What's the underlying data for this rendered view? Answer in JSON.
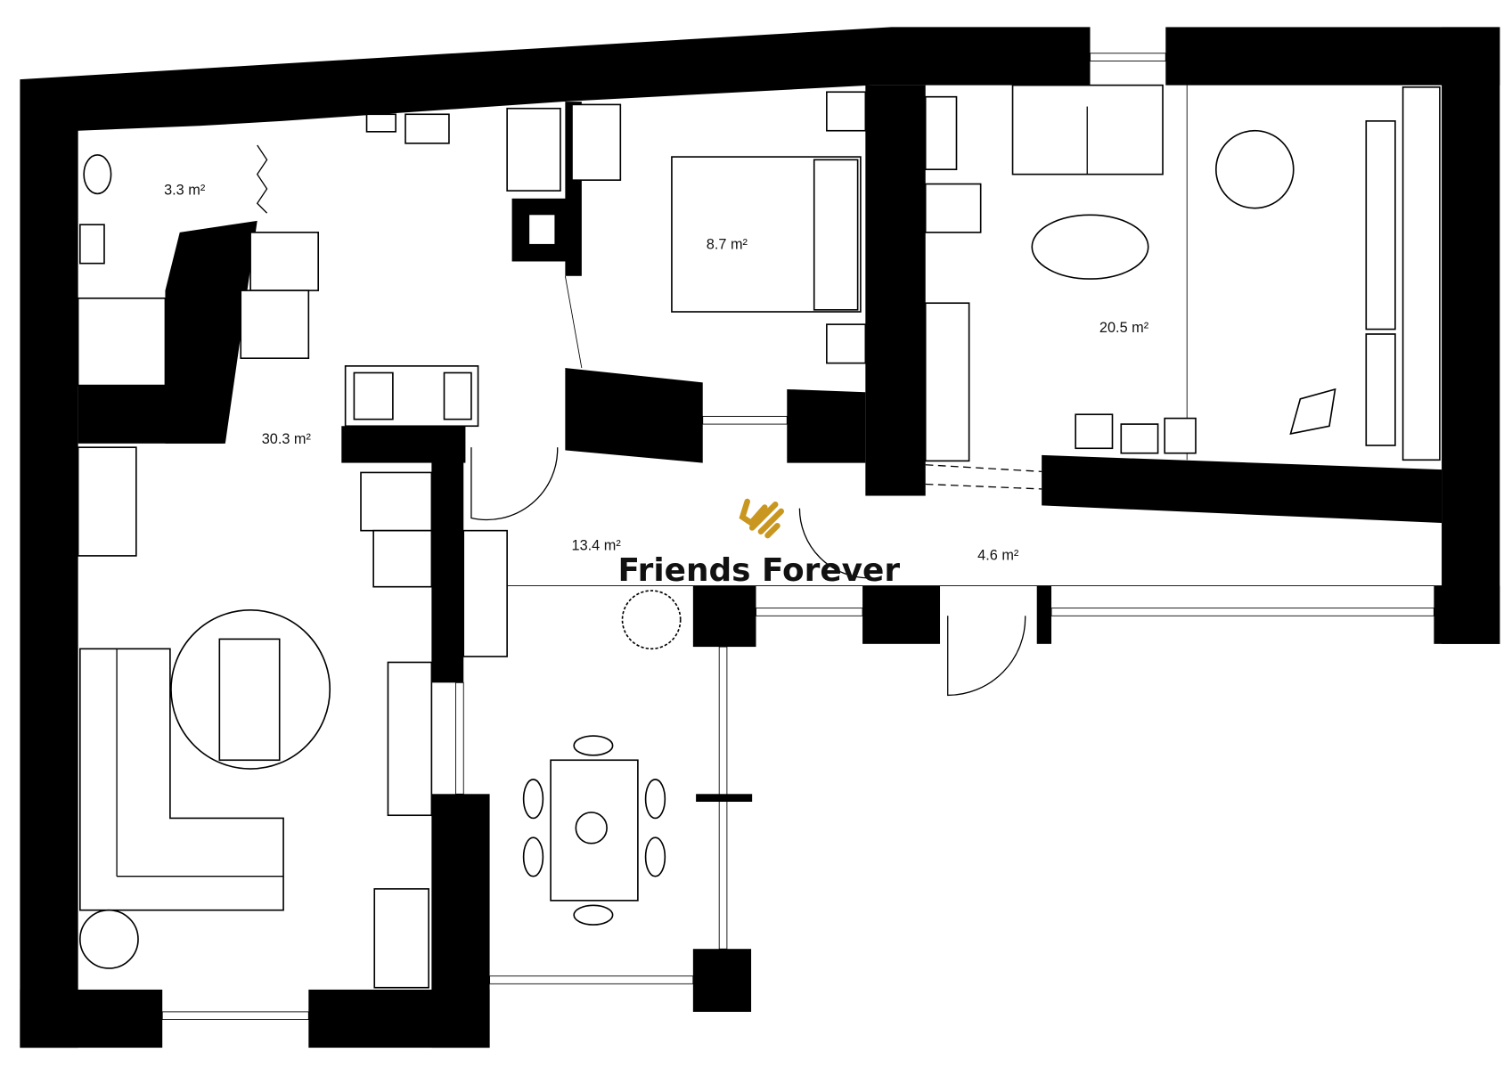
{
  "brand": {
    "name": "Friends Forever",
    "logo_color": "#C9971F"
  },
  "rooms": [
    {
      "id": "bathroom",
      "area": "3.3 m²"
    },
    {
      "id": "living-kitchen",
      "area": "30.3 m²"
    },
    {
      "id": "bedroom",
      "area": "8.7 m²"
    },
    {
      "id": "large-room",
      "area": "20.5 m²"
    },
    {
      "id": "dining",
      "area": "13.4 m²"
    },
    {
      "id": "hallway",
      "area": "4.6 m²"
    }
  ]
}
